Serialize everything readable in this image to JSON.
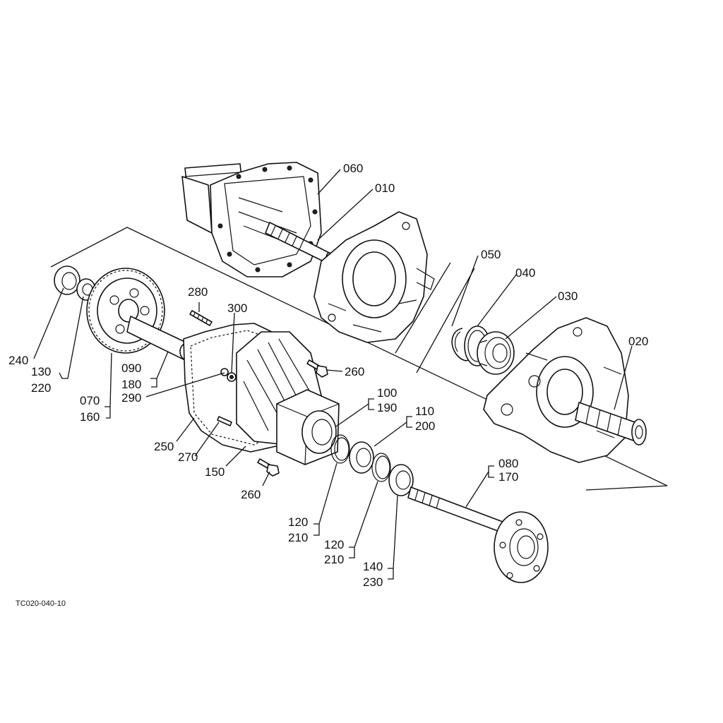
{
  "figure_code": "TC020-040-10",
  "callouts": [
    {
      "id": "c060",
      "lines": [
        "060"
      ]
    },
    {
      "id": "c010",
      "lines": [
        "010"
      ]
    },
    {
      "id": "c050",
      "lines": [
        "050"
      ]
    },
    {
      "id": "c040",
      "lines": [
        "040"
      ]
    },
    {
      "id": "c030",
      "lines": [
        "030"
      ]
    },
    {
      "id": "c020",
      "lines": [
        "020"
      ]
    },
    {
      "id": "c280",
      "lines": [
        "280"
      ]
    },
    {
      "id": "c300",
      "lines": [
        "300"
      ]
    },
    {
      "id": "c260a",
      "lines": [
        "260"
      ]
    },
    {
      "id": "c240",
      "lines": [
        "240"
      ]
    },
    {
      "id": "c130",
      "lines": [
        "130",
        "220"
      ]
    },
    {
      "id": "c090",
      "lines": [
        "090",
        "180"
      ]
    },
    {
      "id": "c290",
      "lines": [
        "290"
      ]
    },
    {
      "id": "c070",
      "lines": [
        "070",
        "160"
      ]
    },
    {
      "id": "c100",
      "lines": [
        "100",
        "190"
      ]
    },
    {
      "id": "c110",
      "lines": [
        "110",
        "200"
      ]
    },
    {
      "id": "c250",
      "lines": [
        "250"
      ]
    },
    {
      "id": "c270",
      "lines": [
        "270"
      ]
    },
    {
      "id": "c150",
      "lines": [
        "150"
      ]
    },
    {
      "id": "c260b",
      "lines": [
        "260"
      ]
    },
    {
      "id": "c080",
      "lines": [
        "080",
        "170"
      ]
    },
    {
      "id": "c120a",
      "lines": [
        "120",
        "210"
      ]
    },
    {
      "id": "c120b",
      "lines": [
        "120",
        "210"
      ]
    },
    {
      "id": "c140",
      "lines": [
        "140",
        "230"
      ]
    }
  ]
}
